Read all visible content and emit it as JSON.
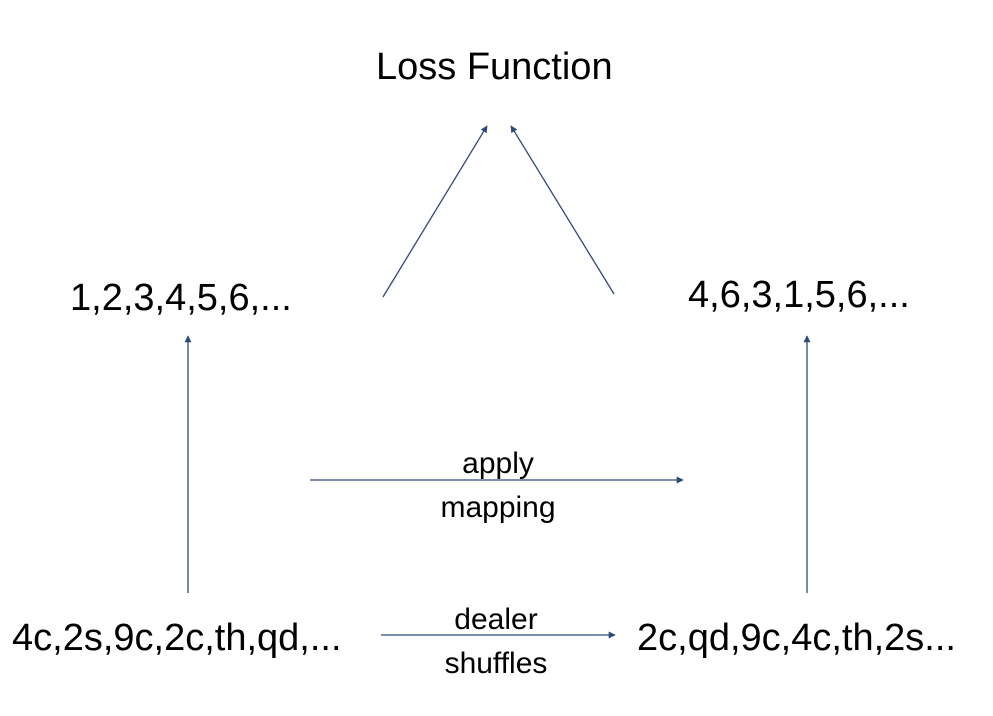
{
  "title": "Loss Function",
  "nodes": {
    "top_left_sequence": "1,2,3,4,5,6,...",
    "top_right_sequence": "4,6,3,1,5,6,...",
    "bottom_left_cards": "4c,2s,9c,2c,th,qd,...",
    "bottom_right_cards": "2c,qd,9c,4c,th,2s..."
  },
  "edges": {
    "mapping": {
      "line1": "apply",
      "line2": "mapping"
    },
    "shuffle": {
      "line1": "dealer",
      "line2": "shuffles"
    }
  },
  "colors": {
    "arrow": "#2f4a7a",
    "text": "#000000",
    "background": "#ffffff"
  }
}
